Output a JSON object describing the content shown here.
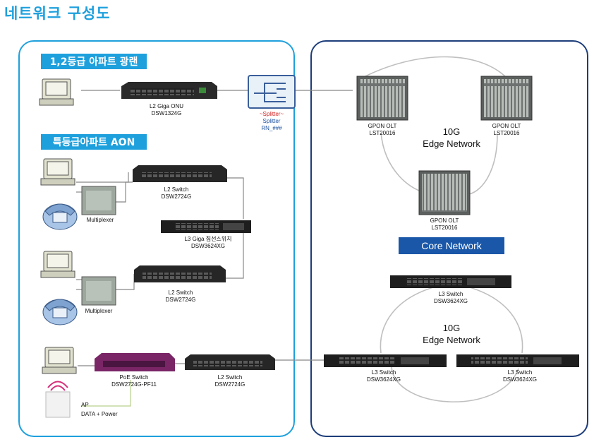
{
  "title": "네트워크 구성도",
  "colors": {
    "accent": "#1ea0dd",
    "navy": "#1d3d7a",
    "core_badge": "#1a57a8",
    "poe": "#7a2566"
  },
  "left": {
    "section1": "1,2등급 아파트 광랜",
    "section2": "특등급아파트 AON",
    "onu": {
      "name": "L2 Giga ONU",
      "model": "DSW1324G"
    },
    "splitter": {
      "tag": "~Splitter~",
      "name": "Splitter",
      "model": "RN_###"
    },
    "sw_top": {
      "name": "L2 Switch",
      "model": "DSW2724G"
    },
    "l3": {
      "name": "L3 Giga 집선스위치",
      "model": "DSW3624XG"
    },
    "sw_mid": {
      "name": "L2 Switch",
      "model": "DSW2724G"
    },
    "mux1": "Multiplexer",
    "mux2": "Multiplexer",
    "poe": {
      "name": "PoE Switch",
      "model": "DSW2724G-PF11"
    },
    "sw_bot": {
      "name": "L2 Switch",
      "model": "DSW2724G"
    },
    "ap": "AP",
    "ap_power": "DATA + Power"
  },
  "right": {
    "olt1": {
      "name": "GPON OLT",
      "model": "LST20016"
    },
    "olt2": {
      "name": "GPON OLT",
      "model": "LST20016"
    },
    "olt3": {
      "name": "GPON OLT",
      "model": "LST20016"
    },
    "edge1": {
      "line1": "10G",
      "line2": "Edge Network"
    },
    "core": "Core Network",
    "l3_top": {
      "name": "L3 Switch",
      "model": "DSW3624XG"
    },
    "edge2": {
      "line1": "10G",
      "line2": "Edge Network"
    },
    "l3_left": {
      "name": "L3 Switch",
      "model": "DSW3624XG"
    },
    "l3_right": {
      "name": "L3 Switch",
      "model": "DSW3624XG"
    }
  }
}
